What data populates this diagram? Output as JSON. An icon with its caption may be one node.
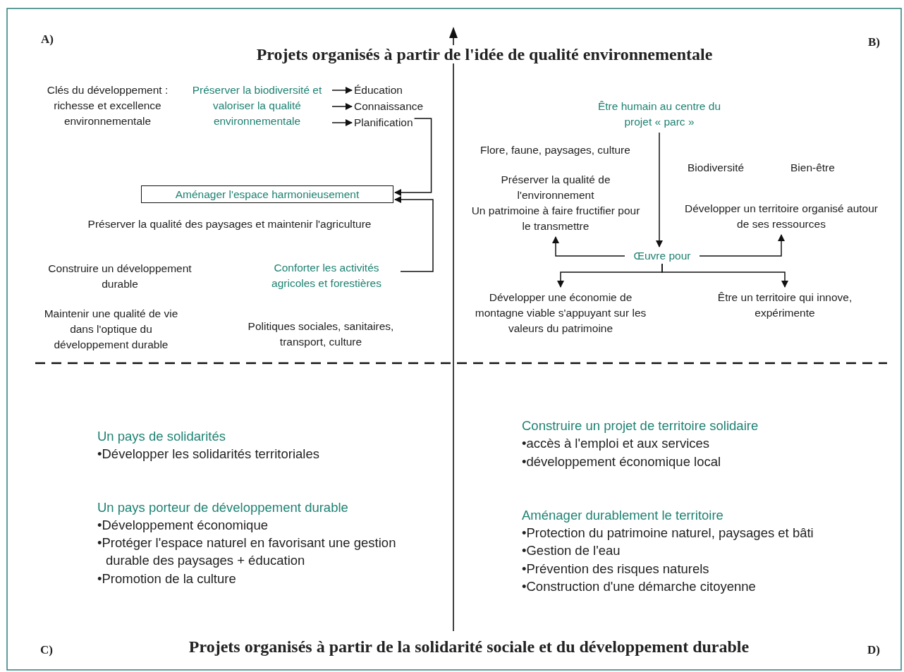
{
  "diagram": {
    "title": "Projets organisés à partir de l'idée de qualité environnementale",
    "caption": "Projets organisés à partir de la solidarité sociale et du développement durable",
    "nodes": [
      {
        "text": [
          "Préserver la biodiversité et valoriser la qualité environnementale"
        ]
      },
      {
        "text": [
          "Éducation"
        ]
      },
      {
        "text": [
          "Connaissance"
        ]
      },
      {
        "text": [
          "Planification"
        ]
      },
      {
        "text": [
          "Aménager l'espace harmonieusement"
        ]
      },
      {
        "text": [
          "Conforter les activités agricoles et forestières"
        ]
      },
      {
        "text": [
          "Être humain au centre du projet « parc »"
        ]
      },
      {
        "text": [
          "Œuvre pour"
        ]
      },
      {
        "text": [
          "Préserver la qualité de l'environnement",
          "Un patrimoine à faire fructifier pour le transmettre"
        ]
      },
      {
        "text": [
          "Développer un territoire organisé autour de ses ressources"
        ]
      },
      {
        "text": [
          "Développer une économie de montagne viable s'appuyant sur les valeurs du patrimoine"
        ]
      },
      {
        "text": [
          "Être un territoire qui innove, expérimente"
        ]
      }
    ],
    "edges": [
      {
        "from": 0,
        "to": 1,
        "arrow": "to"
      },
      {
        "from": 0,
        "to": 2,
        "arrow": "to"
      },
      {
        "from": 0,
        "to": 3,
        "arrow": "to"
      },
      {
        "from": 3,
        "to": 4,
        "arrow": "to"
      },
      {
        "from": 5,
        "to": 4,
        "arrow": "to"
      },
      {
        "from": 6,
        "to": 7,
        "arrow": "to"
      },
      {
        "from": 7,
        "to": 8,
        "arrow": "to"
      },
      {
        "from": 7,
        "to": 9,
        "arrow": "to"
      },
      {
        "from": 7,
        "to": 10,
        "arrow": "to"
      },
      {
        "from": 7,
        "to": 11,
        "arrow": "to"
      }
    ],
    "labels": [
      "A)",
      "B)",
      "Clés du développement : richesse et excellence environnementale",
      "Flore, faune, paysages, culture",
      "Biodiversité",
      "Bien-être",
      "Préserver la qualité des paysages et maintenir l'agriculture",
      "Construire un développement durable",
      "Maintenir une qualité de vie dans l'optique du développement durable",
      "Politiques sociales, sanitaires, transport, culture",
      "Un pays de solidarités",
      "•Développer les solidarités territoriales",
      "Construire un projet de territoire solidaire",
      "•accès à l'emploi et aux services",
      "•développement économique local",
      "Un pays porteur de développement durable",
      "•Développement économique",
      "•Protéger l'espace naturel en favorisant une gestion durable des paysages + éducation",
      "•Promotion de la culture",
      "Aménager durablement le territoire",
      "•Protection du patrimoine naturel, paysages et bâti",
      "•Gestion de l'eau",
      "•Prévention des risques naturels",
      "•Construction d'une démarche citoyenne",
      "C)",
      "D)"
    ]
  }
}
